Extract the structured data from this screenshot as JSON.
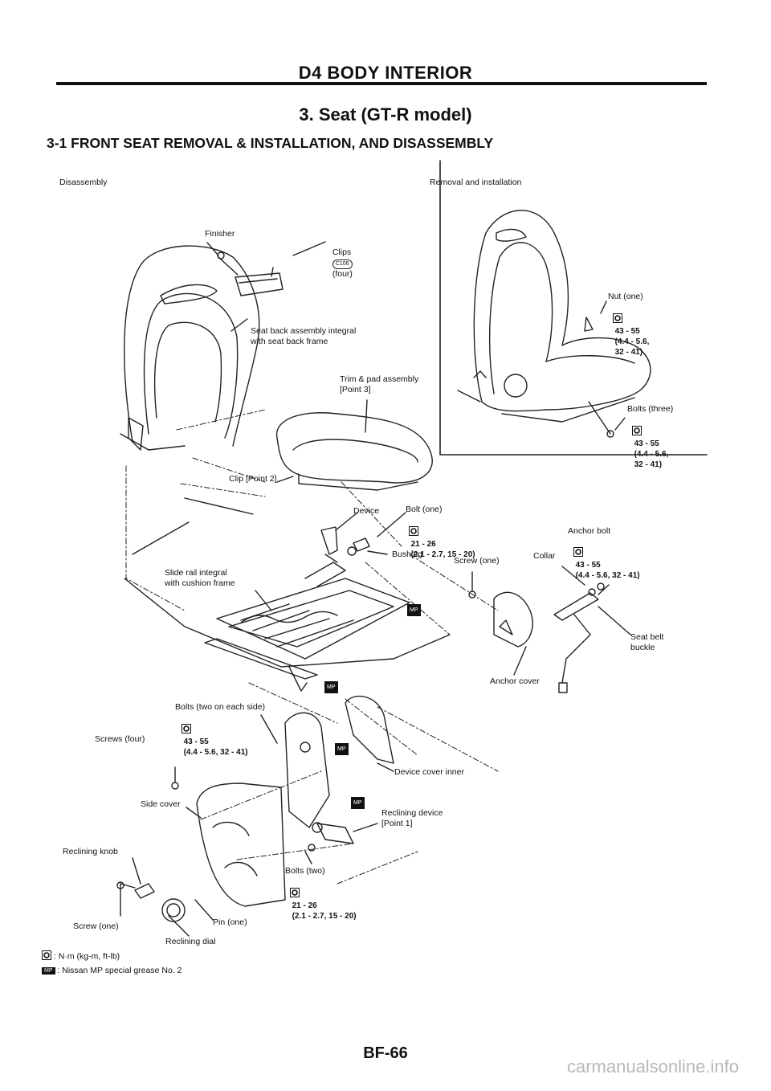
{
  "header": {
    "section": "D4 BODY INTERIOR",
    "title": "3. Seat (GT-R model)",
    "subtitle": "3-1 FRONT SEAT REMOVAL & INSTALLATION, AND DISASSEMBLY"
  },
  "panels": {
    "disassembly": "Disassembly",
    "removal": "Removal and installation"
  },
  "labels": {
    "finisher": "Finisher",
    "clips": "Clips",
    "clips_code": "C106",
    "clips_qty": "(four)",
    "seat_back": "Seat back assembly integral\nwith seat back frame",
    "trim_pad": "Trim & pad assembly\n[Point 3]",
    "clip_point2": "Clip [Point 2]",
    "device": "Device",
    "bolt_one": "Bolt (one)",
    "bolt_one_spec": "21 - 26\n(2.1 - 2.7, 15 - 20)",
    "bushing": "Bushing",
    "screw_one": "Screw (one)",
    "anchor_bolt": "Anchor bolt",
    "anchor_spec": "43 - 55\n(4.4 - 5.6, 32 - 41)",
    "collar": "Collar",
    "slide_rail": "Slide rail integral\nwith cushion frame",
    "seat_belt_buckle": "Seat belt\nbuckle",
    "anchor_cover": "Anchor cover",
    "nut_one": "Nut (one)",
    "nut_spec": "43 - 55\n(4.4 - 5.6,\n32 - 41)",
    "bolts_three": "Bolts (three)",
    "bolts_three_spec": "43 - 55\n(4.4 - 5.6,\n32 - 41)",
    "bolts_two_each": "Bolts (two on each side)",
    "bolts_two_each_spec": "43 - 55\n(4.4 - 5.6, 32 - 41)",
    "screws_four": "Screws (four)",
    "device_cover_inner": "Device cover inner",
    "reclining_device": "Reclining device\n[Point 1]",
    "side_cover": "Side cover",
    "reclining_knob": "Reclining knob",
    "bolts_two": "Bolts (two)",
    "bolts_two_spec": "21 - 26\n(2.1 - 2.7, 15 - 20)",
    "pin_one": "Pin (one)",
    "screw_one_b": "Screw (one)",
    "reclining_dial": "Reclining dial"
  },
  "legend": {
    "torque": ": N·m (kg-m, ft-lb)",
    "grease": ": Nissan MP special grease No. 2",
    "grease_mark": "MP"
  },
  "footer": {
    "page": "BF-66"
  },
  "watermark": "carmanualsonline.info"
}
